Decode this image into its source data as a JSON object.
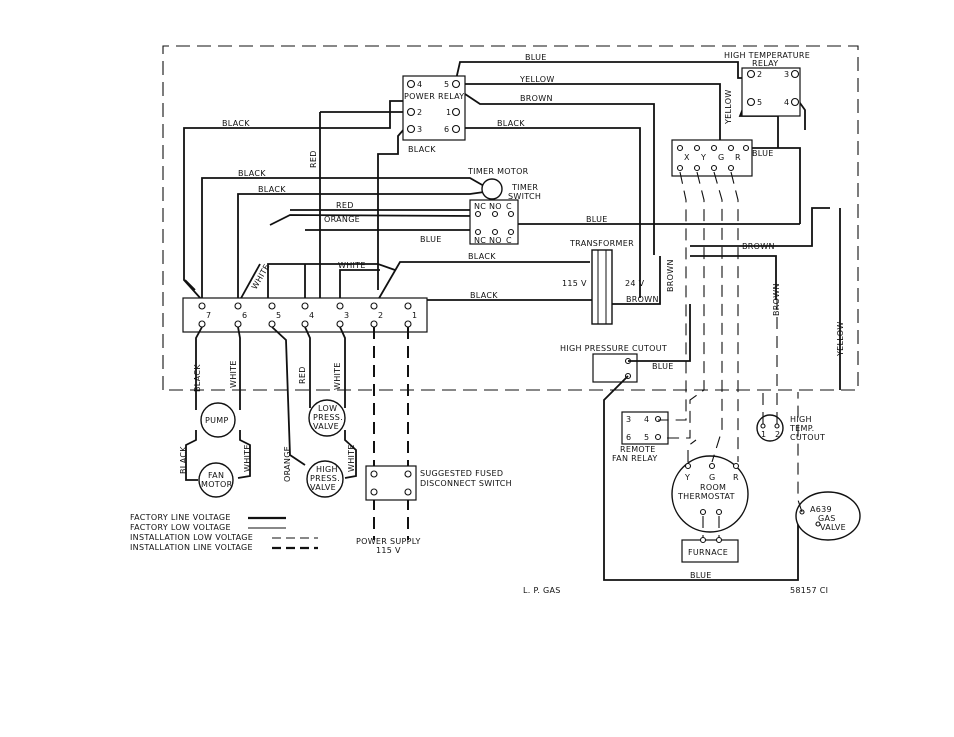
{
  "labels": {
    "blue": "BLUE",
    "yellow": "YELLOW",
    "brown": "BROWN",
    "black": "BLACK",
    "red": "RED",
    "orange": "ORANGE",
    "white": "WHITE"
  },
  "components": {
    "high_temp_relay_line1": "HIGH TEMPERATURE",
    "high_temp_relay_line2": "RELAY",
    "power_relay": "POWER RELAY",
    "timer_motor": "TIMER MOTOR",
    "timer_switch_line1": "TIMER",
    "timer_switch_line2": "SWITCH",
    "transformer": "TRANSFORMER",
    "v115": "115 V",
    "v24": "24 V",
    "high_pressure_cutout": "HIGH PRESSURE CUTOUT",
    "pump": "PUMP",
    "fan_line1": "FAN",
    "fan_line2": "MOTOR",
    "lpv_line1": "LOW",
    "lpv_line2": "PRESS.",
    "lpv_line3": "VALVE",
    "hpv_line1": "HIGH",
    "hpv_line2": "PRESS.",
    "hpv_line3": "VALVE",
    "fused_line1": "SUGGESTED FUSED",
    "fused_line2": "DISCONNECT SWITCH",
    "power_supply_line1": "POWER SUPPLY",
    "power_supply_line2": "115 V",
    "remote_fan_line1": "REMOTE",
    "remote_fan_line2": "FAN RELAY",
    "room_line1": "ROOM",
    "room_line2": "THERMOSTAT",
    "furnace": "FURNACE",
    "htc_line1": "HIGH",
    "htc_line2": "TEMP.",
    "htc_line3": "CUTOUT",
    "gas_line1": "A639",
    "gas_line2": "GAS",
    "gas_line3": "VALVE"
  },
  "terminals": {
    "t1": "1",
    "t2": "2",
    "t3": "3",
    "t4": "4",
    "t5": "5",
    "t6": "6",
    "t7": "7",
    "x": "X",
    "y": "Y",
    "g": "G",
    "r": "R",
    "nc": "NC",
    "no": "NO",
    "c": "C",
    "rf3": "3",
    "rf4": "4",
    "rf6": "6",
    "rf5": "5"
  },
  "legend": [
    "FACTORY LINE VOLTAGE",
    "FACTORY LOW VOLTAGE",
    "INSTALLATION LOW VOLTAGE",
    "INSTALLATION LINE VOLTAGE"
  ],
  "footer": {
    "lp_gas": "L. P. GAS",
    "code": "58157 CI"
  }
}
